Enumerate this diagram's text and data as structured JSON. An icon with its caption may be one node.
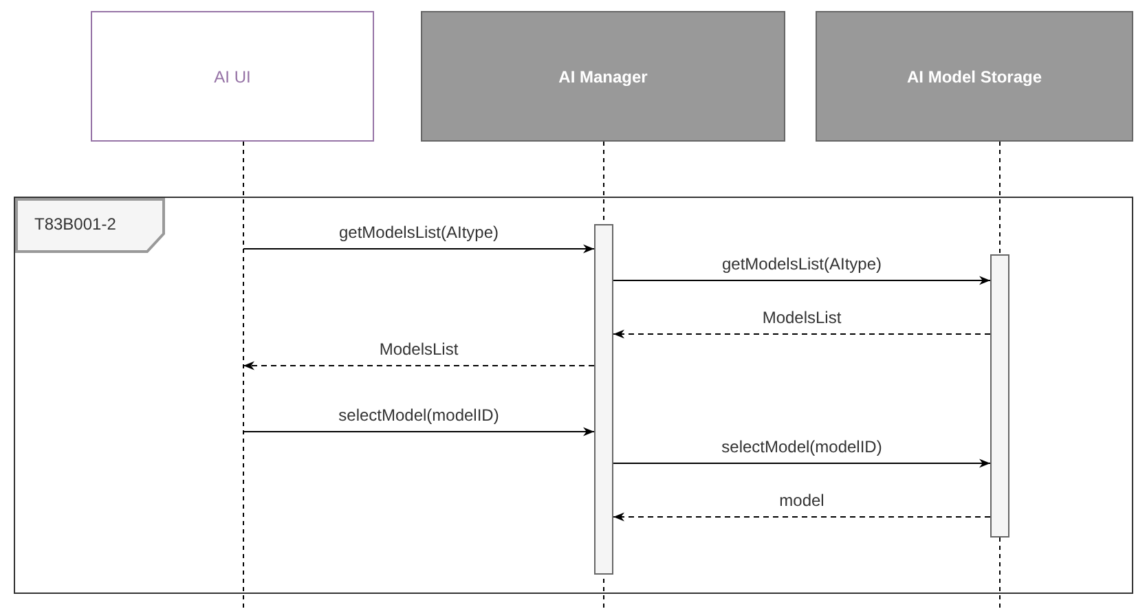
{
  "diagram": {
    "nodes": [
      {
        "text": [
          "AI UI"
        ]
      },
      {
        "text": [
          "AI Manager"
        ]
      },
      {
        "text": [
          "AI Model Storage"
        ]
      },
      {
        "text": [
          "T83B001-2"
        ]
      },
      {
        "text": [],
        "shape": "bar"
      },
      {
        "text": [],
        "shape": "bar"
      }
    ],
    "edges": [
      {
        "from": 0,
        "to": 4,
        "arrow": "to",
        "label": "getModelsList(AItype)"
      },
      {
        "from": 4,
        "to": 5,
        "arrow": "to",
        "label": "getModelsList(AItype)"
      },
      {
        "from": 5,
        "to": 4,
        "arrow": "to",
        "label": "ModelsList",
        "style": "dashed"
      },
      {
        "from": 4,
        "to": 0,
        "arrow": "to",
        "label": "ModelsList",
        "style": "dashed"
      },
      {
        "from": 0,
        "to": 4,
        "arrow": "to",
        "label": "selectModel(modelID)"
      },
      {
        "from": 4,
        "to": 5,
        "arrow": "to",
        "label": "selectModel(modelID)"
      },
      {
        "from": 5,
        "to": 4,
        "arrow": "to",
        "label": "model",
        "style": "dashed"
      }
    ]
  }
}
